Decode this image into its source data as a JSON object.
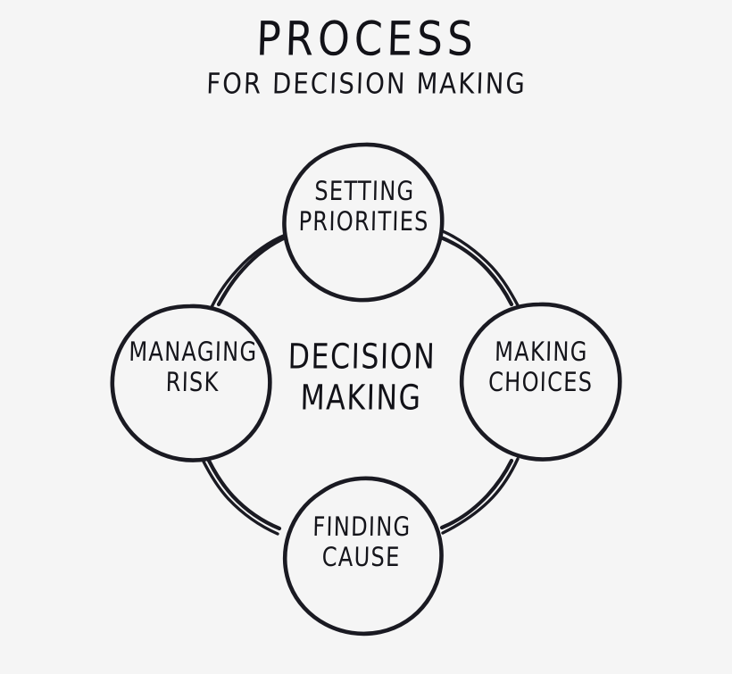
{
  "title": {
    "main": "PROCESS",
    "sub": "FOR DECISION MAKING"
  },
  "diagram": {
    "type": "cycle-diagram",
    "center": {
      "line1": "DECISION",
      "line2": "MAKING"
    },
    "nodes": [
      {
        "id": "setting-priorities",
        "position": "top",
        "line1": "SETTING",
        "line2": "PRIORITIES"
      },
      {
        "id": "making-choices",
        "position": "right",
        "line1": "MAKING",
        "line2": "CHOICES"
      },
      {
        "id": "finding-cause",
        "position": "bottom",
        "line1": "FINDING",
        "line2": "CAUSE"
      },
      {
        "id": "managing-risk",
        "position": "left",
        "line1": "MANAGING",
        "line2": "RISK"
      }
    ],
    "connectors": [
      {
        "id": "arc-top-left",
        "from": "managing-risk",
        "to": "setting-priorities",
        "style": "double-line"
      },
      {
        "id": "arc-top-right",
        "from": "setting-priorities",
        "to": "making-choices",
        "style": "double-line"
      },
      {
        "id": "arc-bottom-right",
        "from": "making-choices",
        "to": "finding-cause",
        "style": "double-line"
      },
      {
        "id": "arc-bottom-left",
        "from": "finding-cause",
        "to": "managing-risk",
        "style": "double-line"
      }
    ]
  },
  "colors": {
    "background": "#f5f5f5",
    "ink": "#15151b",
    "stroke": "#1a1a22"
  }
}
